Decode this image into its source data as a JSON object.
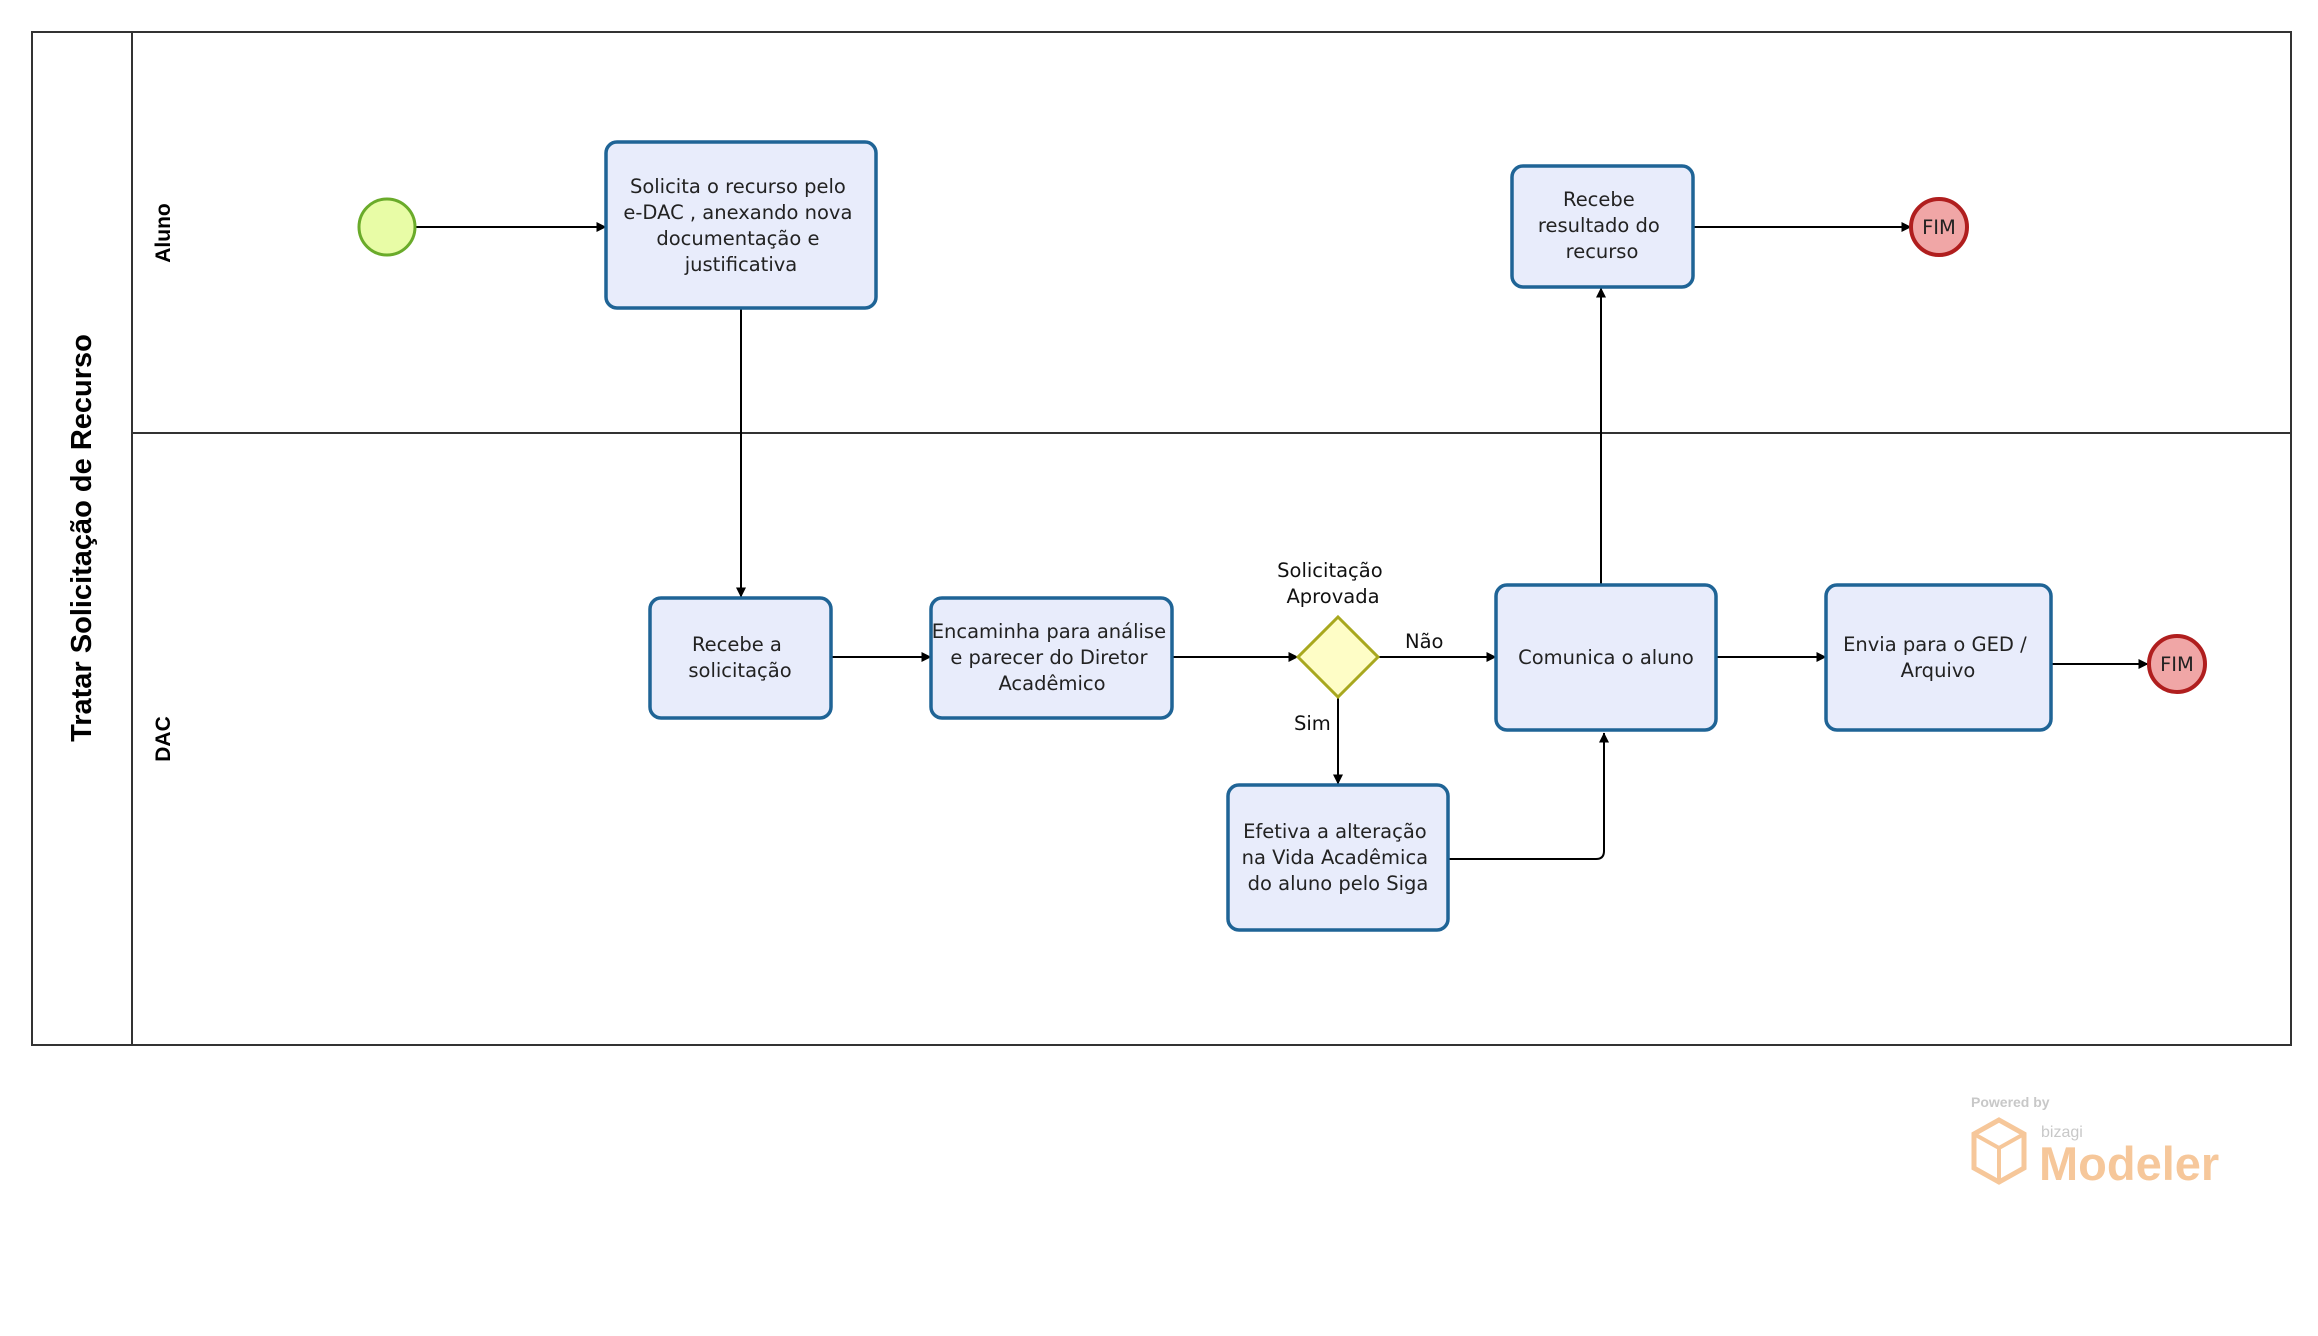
{
  "pool": {
    "title": "Tratar Solicitação de Recurso"
  },
  "lanes": {
    "aluno": "Aluno",
    "dac": "DAC"
  },
  "tasks": {
    "solicita": [
      "Solicita o recurso pelo",
      "e-DAC , anexando nova",
      "documentação e",
      "justificativa"
    ],
    "recebe_resultado": [
      "Recebe",
      "resultado do",
      "recurso"
    ],
    "recebe_solicitacao": [
      "Recebe a",
      "solicitação"
    ],
    "encaminha": [
      "Encaminha para análise",
      "e parecer do Diretor",
      "Acadêmico"
    ],
    "comunica": [
      "Comunica o aluno"
    ],
    "envia": [
      "Envia para o GED /",
      "Arquivo"
    ],
    "efetiva": [
      "Efetiva a alteração",
      "na Vida Acadêmica",
      "do aluno pelo Siga"
    ]
  },
  "gateway": {
    "label": [
      "Solicitação",
      "Aprovada"
    ],
    "yes": "Sim",
    "no": "Não"
  },
  "end_events": {
    "aluno": "FIM",
    "dac": "FIM"
  },
  "watermark": {
    "powered": "Powered by",
    "brand": "bizagi",
    "product": "Modeler"
  },
  "colors": {
    "task_fill": "#e8ecfb",
    "task_stroke": "#1f6496",
    "start_fill": "#e8fca6",
    "start_stroke": "#6aab2a",
    "end_fill": "#f0a6a6",
    "end_stroke": "#b01e1e",
    "gateway_fill": "#fefdc6",
    "gateway_stroke": "#a8a81e"
  }
}
